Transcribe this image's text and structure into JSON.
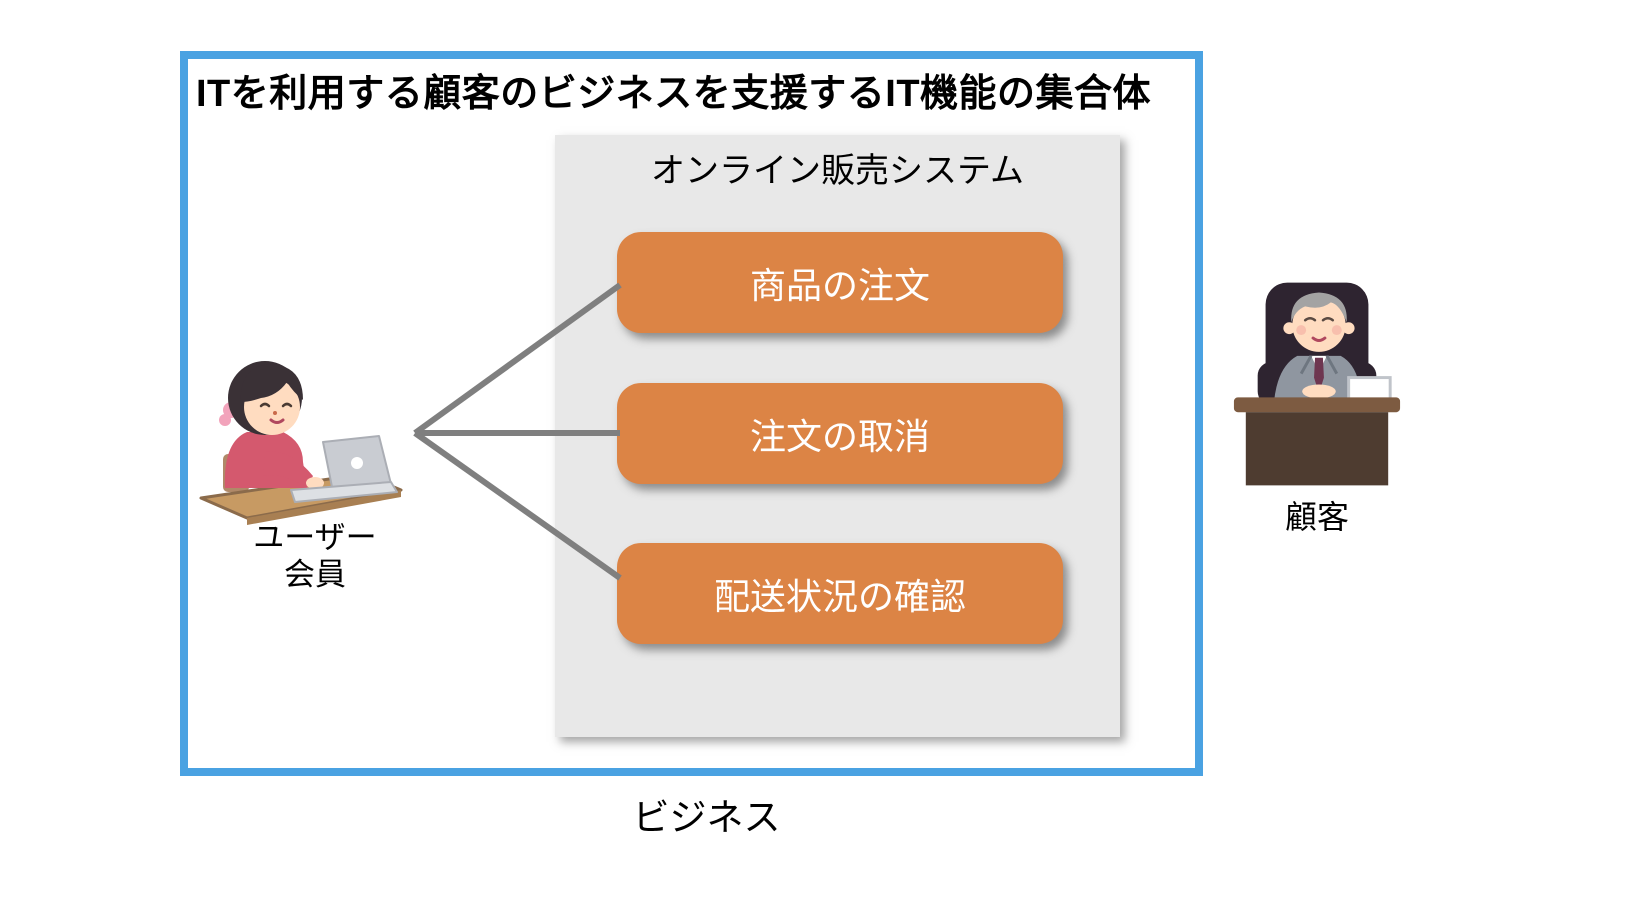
{
  "diagram": {
    "boundary_title": "ITを利用する顧客のビジネスを支援するIT機能の集合体",
    "bottom_caption": "ビジネス"
  },
  "system_panel": {
    "title": "オンライン販売システム",
    "functions": [
      {
        "label": "商品の注文"
      },
      {
        "label": "注文の取消"
      },
      {
        "label": "配送状況の確認"
      }
    ]
  },
  "actors": {
    "user": {
      "label_line1": "ユーザー",
      "label_line2": "会員",
      "illustration": "woman-using-laptop-illustration"
    },
    "customer": {
      "label": "顧客",
      "illustration": "executive-at-desk-illustration"
    }
  },
  "colors": {
    "boundary_border_blue": "#4AA2E2",
    "function_box_orange": "#DC8445",
    "panel_gray": "#E8E8E8",
    "connector_gray": "#7F7F7F",
    "text_black": "#000000",
    "text_white": "#FFFFFF"
  }
}
